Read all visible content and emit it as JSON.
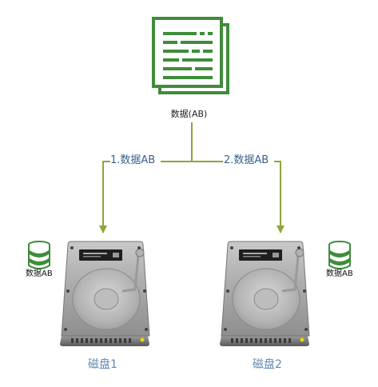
{
  "document": {
    "label": "数据(AB)",
    "icon": "document-icon",
    "color": "#3f8c3a"
  },
  "flows": [
    {
      "label": "1.数据AB",
      "color": "#8ba63a"
    },
    {
      "label": "2.数据AB",
      "color": "#8ba63a"
    }
  ],
  "disks": [
    {
      "label": "磁盘1",
      "icon": "hard-disk-icon"
    },
    {
      "label": "磁盘2",
      "icon": "hard-disk-icon"
    }
  ],
  "databases": [
    {
      "label": "数据AB",
      "icon": "database-icon",
      "color": "#3f8c3a"
    },
    {
      "label": "数据AB",
      "icon": "database-icon",
      "color": "#3f8c3a"
    }
  ]
}
